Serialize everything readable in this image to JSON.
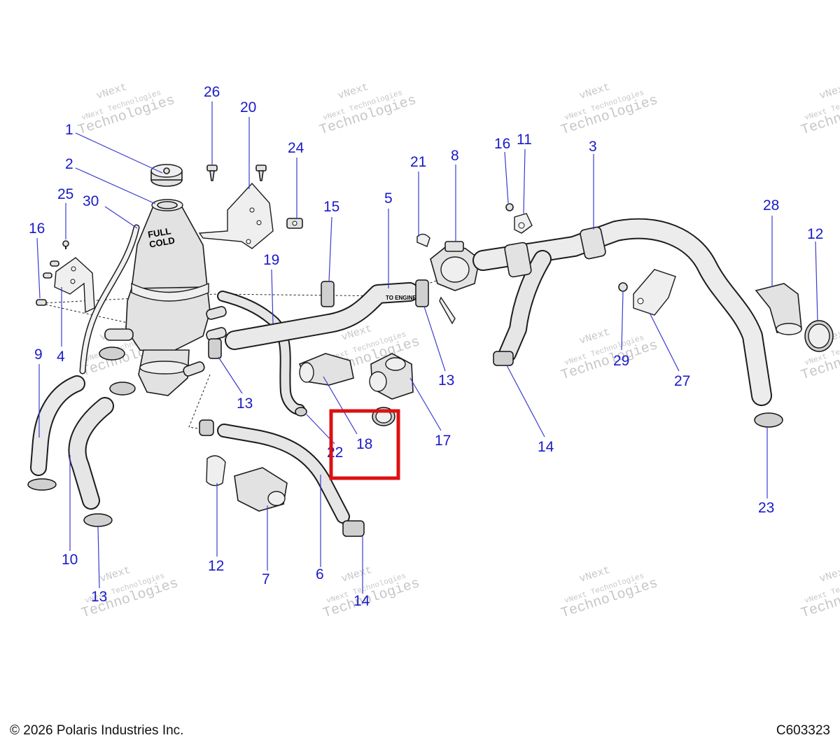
{
  "watermark": {
    "line1": "vNext",
    "line2": "vNext Technologies",
    "line3": "Technologies"
  },
  "callouts": [
    {
      "id": "c1",
      "label": "1"
    },
    {
      "id": "c2",
      "label": "2"
    },
    {
      "id": "c25",
      "label": "25"
    },
    {
      "id": "c30",
      "label": "30"
    },
    {
      "id": "c16a",
      "label": "16"
    },
    {
      "id": "c4",
      "label": "4"
    },
    {
      "id": "c9",
      "label": "9"
    },
    {
      "id": "c10",
      "label": "10"
    },
    {
      "id": "c13a",
      "label": "13"
    },
    {
      "id": "c26",
      "label": "26"
    },
    {
      "id": "c20",
      "label": "20"
    },
    {
      "id": "c24",
      "label": "24"
    },
    {
      "id": "c19",
      "label": "19"
    },
    {
      "id": "c15",
      "label": "15"
    },
    {
      "id": "c13b",
      "label": "13"
    },
    {
      "id": "c12a",
      "label": "12"
    },
    {
      "id": "c7",
      "label": "7"
    },
    {
      "id": "c6",
      "label": "6"
    },
    {
      "id": "c14a",
      "label": "14"
    },
    {
      "id": "c22",
      "label": "22"
    },
    {
      "id": "c18",
      "label": "18"
    },
    {
      "id": "c5",
      "label": "5"
    },
    {
      "id": "c21",
      "label": "21"
    },
    {
      "id": "c8",
      "label": "8"
    },
    {
      "id": "c13c",
      "label": "13"
    },
    {
      "id": "c17",
      "label": "17"
    },
    {
      "id": "c16b",
      "label": "16"
    },
    {
      "id": "c11",
      "label": "11"
    },
    {
      "id": "c3",
      "label": "3"
    },
    {
      "id": "c14b",
      "label": "14"
    },
    {
      "id": "c29",
      "label": "29"
    },
    {
      "id": "c27",
      "label": "27"
    },
    {
      "id": "c28",
      "label": "28"
    },
    {
      "id": "c12b",
      "label": "12"
    },
    {
      "id": "c23",
      "label": "23"
    }
  ],
  "reservoir_text": {
    "full": "FULL",
    "cold": "COLD"
  },
  "pipe_marking": "TO ENGINE",
  "highlighted_part": "18",
  "highlight_color": "#dd1111",
  "callout_color": "#1a1ac8",
  "footer": {
    "copyright": "© 2026 Polaris Industries Inc.",
    "figure_id": "C603323"
  }
}
